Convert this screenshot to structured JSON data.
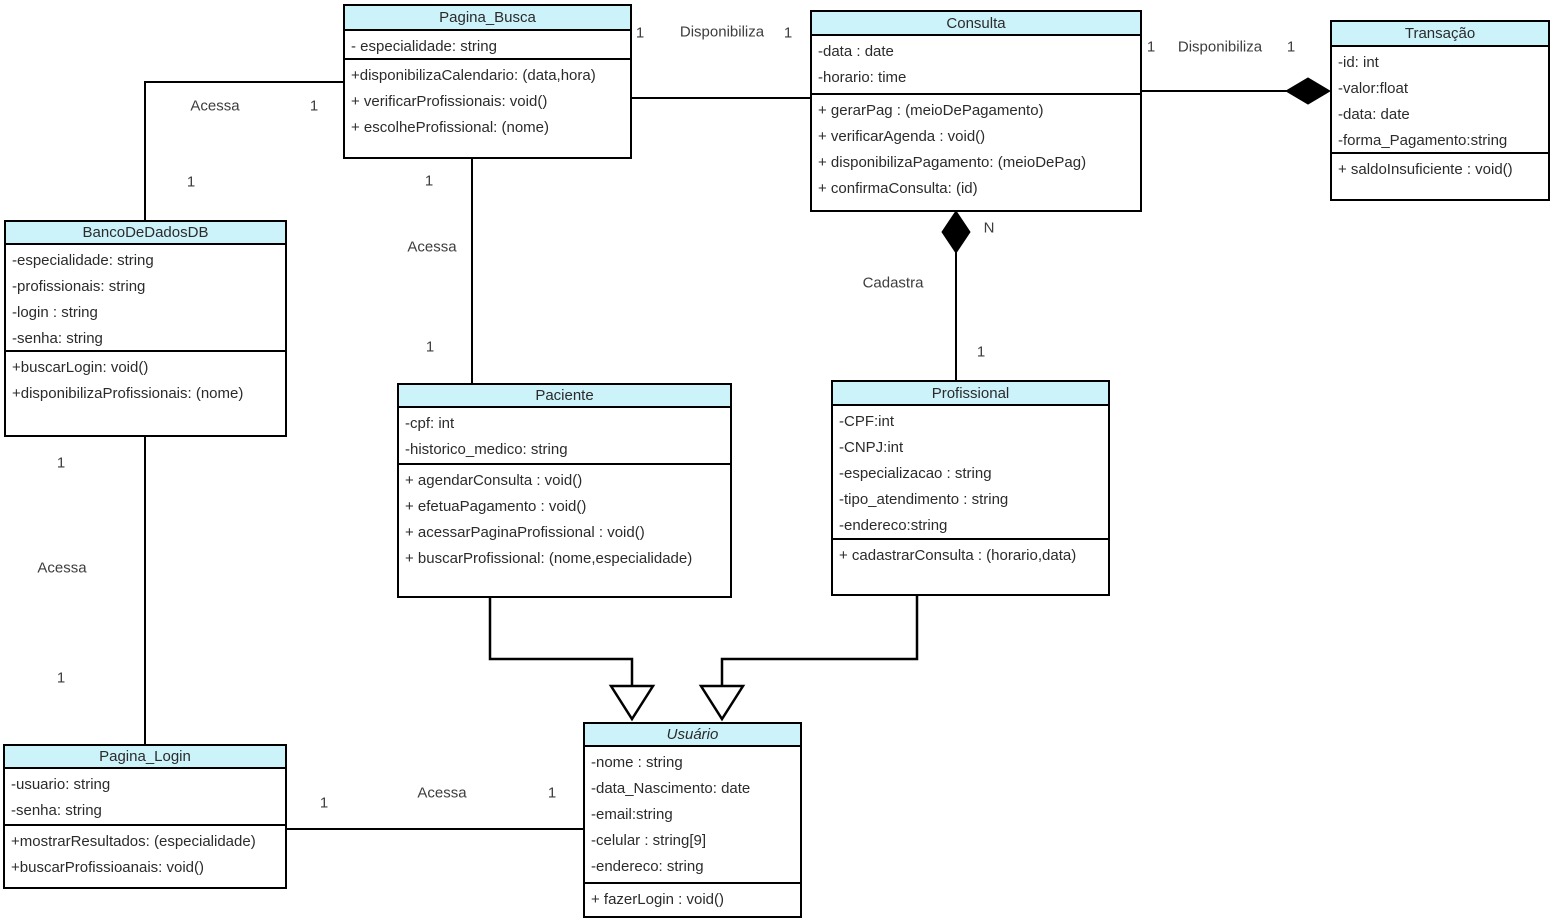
{
  "diagram": {
    "type": "uml-class-diagram",
    "language": "pt-BR",
    "colors": {
      "class_header_fill": "#ccf2fa",
      "border": "#000000",
      "background": "#ffffff",
      "text": "#2b2b2b"
    }
  },
  "classes": [
    {
      "name": "Pagina_Busca",
      "attributes": [
        "- especialidade: string"
      ],
      "methods": [
        "+disponibilizaCalendario: (data,hora)",
        "+ verificarProfissionais: void()",
        "+ escolheProfissional: (nome)"
      ]
    },
    {
      "name": "Consulta",
      "attributes": [
        "-data : date",
        "-horario: time"
      ],
      "methods": [
        "+ gerarPag : (meioDePagamento)",
        "+ verificarAgenda : void()",
        "+ disponibilizaPagamento: (meioDePag)",
        "+ confirmaConsulta: (id)"
      ]
    },
    {
      "name": "Transação",
      "attributes": [
        "-id: int",
        "-valor:float",
        "-data: date",
        "-forma_Pagamento:string"
      ],
      "methods": [
        "+ saldoInsuficiente : void()"
      ]
    },
    {
      "name": "BancoDeDadosDB",
      "attributes": [
        "-especialidade: string",
        "-profissionais: string",
        "-login : string",
        "-senha: string"
      ],
      "methods": [
        "+buscarLogin: void()",
        "+disponibilizaProfissionais: (nome)"
      ]
    },
    {
      "name": "Paciente",
      "attributes": [
        "-cpf: int",
        "-historico_medico: string"
      ],
      "methods": [
        "+ agendarConsulta : void()",
        "+ efetuaPagamento : void()",
        "+ acessarPaginaProfissional : void()",
        "+ buscarProfissional: (nome,especialidade)"
      ]
    },
    {
      "name": "Profissional",
      "attributes": [
        "-CPF:int",
        "-CNPJ:int",
        "-especializacao : string",
        "-tipo_atendimento : string",
        "-endereco:string"
      ],
      "methods": [
        "+ cadastrarConsulta : (horario,data)"
      ]
    },
    {
      "name": "Pagina_Login",
      "attributes": [
        "-usuario: string",
        "-senha: string"
      ],
      "methods": [
        "+mostrarResultados: (especialidade)",
        "+buscarProfissioanais: void()"
      ]
    },
    {
      "name": "Usuário",
      "stereotype": "abstract-italic",
      "attributes": [
        "-nome : string",
        "-data_Nascimento: date",
        "-email:string",
        "-celular : string[9]",
        "-endereco: string"
      ],
      "methods": [
        "+ fazerLogin : void()"
      ]
    }
  ],
  "edge_labels": {
    "busca_consulta": {
      "m1": "1",
      "name": "Disponibiliza",
      "m2": "1"
    },
    "consulta_transacao": {
      "m1": "1",
      "name": "Disponibiliza",
      "m2": "1"
    },
    "consulta_profissional": {
      "m1": "N",
      "name": "Cadastra",
      "m2": "1"
    },
    "busca_banco": {
      "name": "Acessa",
      "m1": "1",
      "m2": "1"
    },
    "busca_paciente": {
      "m1": "1",
      "name": "Acessa",
      "m2": "1"
    },
    "banco_login": {
      "m1": "1",
      "name": "Acessa",
      "m2": "1"
    },
    "login_usuario": {
      "m1": "1",
      "name": "Acessa",
      "m2": "1"
    }
  }
}
